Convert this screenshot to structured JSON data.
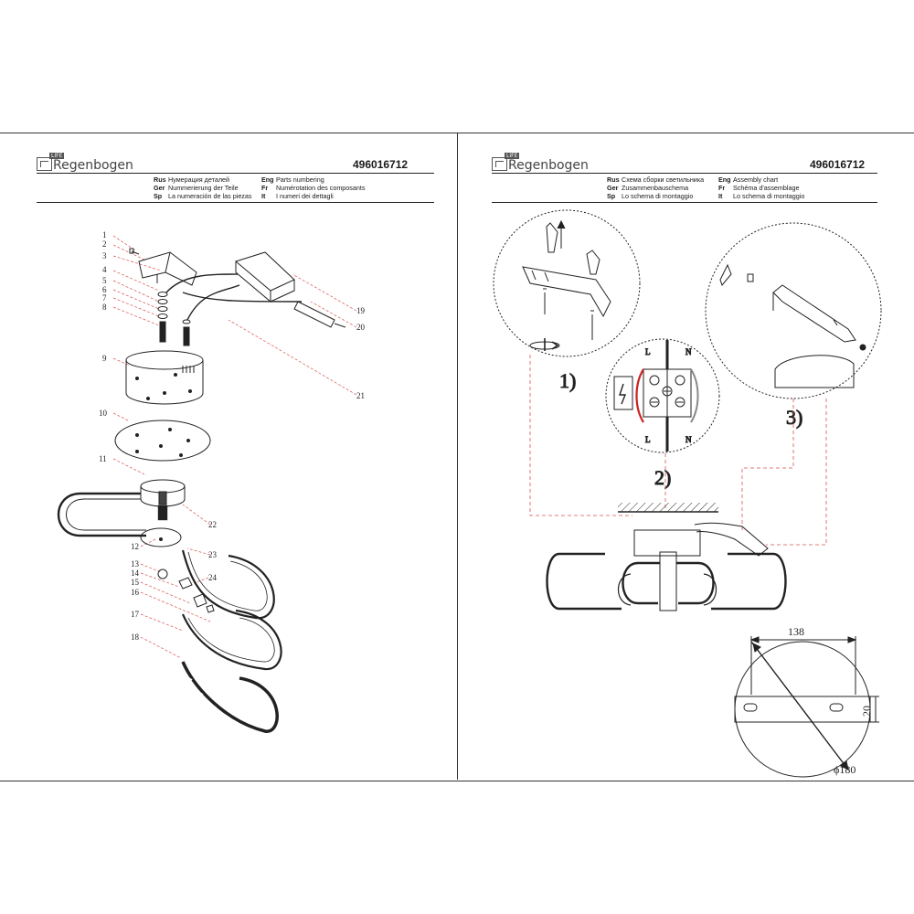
{
  "brand": {
    "name": "Regenbogen",
    "badge": "LIFE"
  },
  "pages": [
    {
      "id": "left",
      "model": "496016712",
      "langs": [
        {
          "code": "Rus",
          "text": "Нумерация деталей"
        },
        {
          "code": "Eng",
          "text": "Parts numbering"
        },
        {
          "code": "Ger",
          "text": "Nummerierung der Teile"
        },
        {
          "code": "Fr",
          "text": "Numérotation des composants"
        },
        {
          "code": "Sp",
          "text": "La numeración de las piezas"
        },
        {
          "code": "It",
          "text": "I numeri dei dettagli"
        }
      ],
      "part_numbers": [
        "1",
        "2",
        "3",
        "4",
        "5",
        "6",
        "7",
        "8",
        "9",
        "10",
        "11",
        "12",
        "13",
        "14",
        "15",
        "16",
        "17",
        "18",
        "19",
        "20",
        "21",
        "22",
        "23",
        "24"
      ]
    },
    {
      "id": "right",
      "model": "496016712",
      "langs": [
        {
          "code": "Rus",
          "text": "Схема сборки светильника"
        },
        {
          "code": "Eng",
          "text": "Assembly chart"
        },
        {
          "code": "Ger",
          "text": "Zusammenbauschema"
        },
        {
          "code": "Fr",
          "text": "Schéma d'assemblage"
        },
        {
          "code": "Sp",
          "text": "Lo schema di montaggio"
        },
        {
          "code": "It",
          "text": "Lo schema di montaggio"
        }
      ],
      "steps": [
        "1)",
        "2)",
        "3)"
      ],
      "wiring_labels": {
        "live": "L",
        "neutral": "N"
      },
      "dimensions": {
        "plate_width": "138",
        "plate_height": "20",
        "diameter": "ϕ180"
      }
    }
  ],
  "colors": {
    "line": "#222222",
    "leader": "#d9534f",
    "live_wire": "#cc2222",
    "neutral_wire": "#888888"
  }
}
